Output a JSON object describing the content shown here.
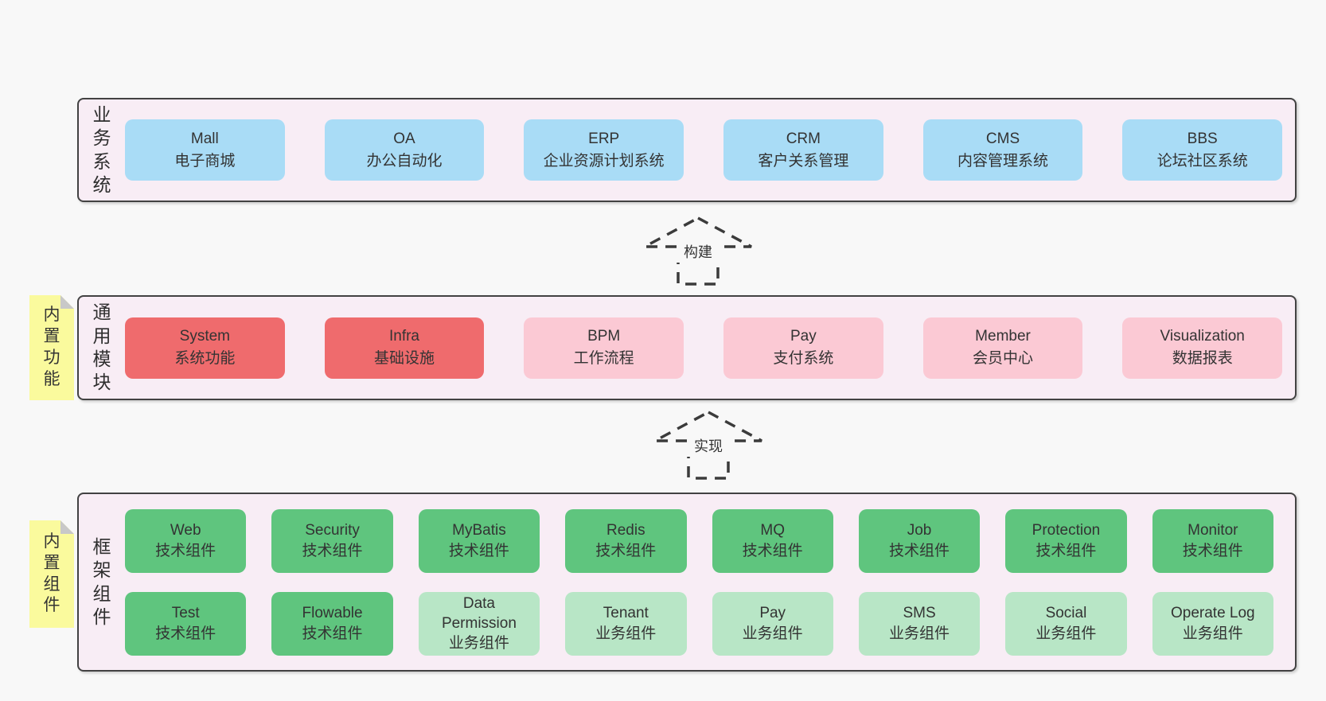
{
  "colors": {
    "page_bg": "#f8f8f8",
    "panel_bg": "#f8edf5",
    "panel_border": "#424242",
    "box_blue": "#a9dcf6",
    "box_red": "#ef6b6d",
    "box_pink": "#fbc9d4",
    "box_green": "#5fc57e",
    "box_light_green": "#b8e6c6",
    "tag_yellow": "#fafa9d",
    "tag_fold": "#c8c8c8",
    "text": "#333333"
  },
  "arrows": [
    {
      "label": "构建"
    },
    {
      "label": "实现"
    }
  ],
  "sections": {
    "business": {
      "label": "业务系统",
      "boxes": [
        {
          "en": "Mall",
          "zh": "电子商城",
          "type": "blue"
        },
        {
          "en": "OA",
          "zh": "办公自动化",
          "type": "blue"
        },
        {
          "en": "ERP",
          "zh": "企业资源计划系统",
          "type": "blue"
        },
        {
          "en": "CRM",
          "zh": "客户关系管理",
          "type": "blue"
        },
        {
          "en": "CMS",
          "zh": "内容管理系统",
          "type": "blue"
        },
        {
          "en": "BBS",
          "zh": "论坛社区系统",
          "type": "blue"
        }
      ]
    },
    "modules": {
      "label": "通用模块",
      "tag": "内置功能",
      "boxes": [
        {
          "en": "System",
          "zh": "系统功能",
          "type": "red"
        },
        {
          "en": "Infra",
          "zh": "基础设施",
          "type": "red"
        },
        {
          "en": "BPM",
          "zh": "工作流程",
          "type": "pink"
        },
        {
          "en": "Pay",
          "zh": "支付系统",
          "type": "pink"
        },
        {
          "en": "Member",
          "zh": "会员中心",
          "type": "pink"
        },
        {
          "en": "Visualization",
          "zh": "数据报表",
          "type": "pink"
        }
      ]
    },
    "components": {
      "label": "框架组件",
      "tag": "内置组件",
      "rows": [
        [
          {
            "en": "Web",
            "zh": "技术组件",
            "type": "green"
          },
          {
            "en": "Security",
            "zh": "技术组件",
            "type": "green"
          },
          {
            "en": "MyBatis",
            "zh": "技术组件",
            "type": "green"
          },
          {
            "en": "Redis",
            "zh": "技术组件",
            "type": "green"
          },
          {
            "en": "MQ",
            "zh": "技术组件",
            "type": "green"
          },
          {
            "en": "Job",
            "zh": "技术组件",
            "type": "green"
          },
          {
            "en": "Protection",
            "zh": "技术组件",
            "type": "green"
          },
          {
            "en": "Monitor",
            "zh": "技术组件",
            "type": "green"
          }
        ],
        [
          {
            "en": "Test",
            "zh": "技术组件",
            "type": "green"
          },
          {
            "en": "Flowable",
            "zh": "技术组件",
            "type": "green"
          },
          {
            "en": "Data Permission",
            "zh": "业务组件",
            "type": "light-green"
          },
          {
            "en": "Tenant",
            "zh": "业务组件",
            "type": "light-green"
          },
          {
            "en": "Pay",
            "zh": "业务组件",
            "type": "light-green"
          },
          {
            "en": "SMS",
            "zh": "业务组件",
            "type": "light-green"
          },
          {
            "en": "Social",
            "zh": "业务组件",
            "type": "light-green"
          },
          {
            "en": "Operate Log",
            "zh": "业务组件",
            "type": "light-green"
          }
        ]
      ]
    }
  }
}
